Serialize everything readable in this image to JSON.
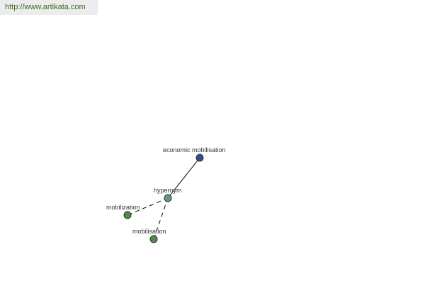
{
  "source_url": "http://www.artikata.com",
  "graph": {
    "nodes": [
      {
        "id": "economic-mobilisation",
        "label": "economic mobilisation",
        "color": "#3b4a8f"
      },
      {
        "id": "hypernym",
        "label": "hypernym",
        "color": "#5f9a8c"
      },
      {
        "id": "mobilization",
        "label": "mobilization",
        "color": "#4f8a46"
      },
      {
        "id": "mobilisation",
        "label": "mobilisation",
        "color": "#4f8a46"
      }
    ],
    "edges": [
      {
        "from": "hypernym",
        "to": "economic-mobilisation",
        "style": "solid"
      },
      {
        "from": "hypernym",
        "to": "mobilization",
        "style": "dashed"
      },
      {
        "from": "hypernym",
        "to": "mobilisation",
        "style": "dashed"
      }
    ]
  }
}
